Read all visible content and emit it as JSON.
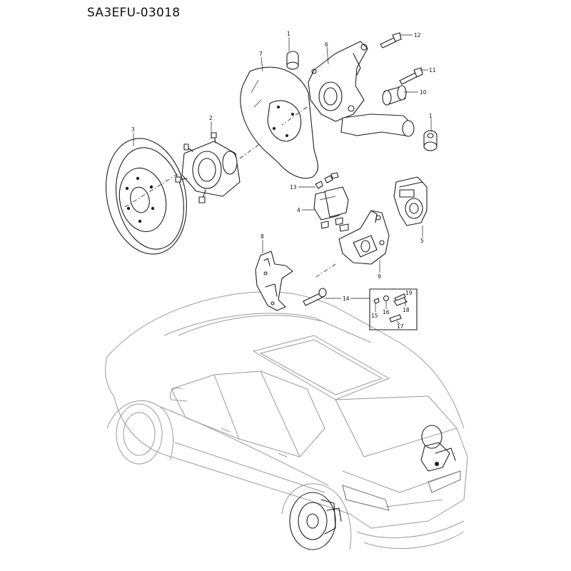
{
  "diagram": {
    "title": "SA3EFU-03018",
    "callouts": [
      {
        "id": "c1a",
        "label": "1"
      },
      {
        "id": "c1b",
        "label": "1"
      },
      {
        "id": "c2",
        "label": "2"
      },
      {
        "id": "c3",
        "label": "3"
      },
      {
        "id": "c4",
        "label": "4"
      },
      {
        "id": "c5",
        "label": "5"
      },
      {
        "id": "c6",
        "label": "6"
      },
      {
        "id": "c7",
        "label": "7"
      },
      {
        "id": "c8",
        "label": "8"
      },
      {
        "id": "c9",
        "label": "9"
      },
      {
        "id": "c10",
        "label": "10"
      },
      {
        "id": "c11",
        "label": "11"
      },
      {
        "id": "c12",
        "label": "12"
      },
      {
        "id": "c13",
        "label": "13"
      },
      {
        "id": "c14",
        "label": "14"
      },
      {
        "id": "c15",
        "label": "15"
      },
      {
        "id": "c16",
        "label": "16"
      },
      {
        "id": "c17",
        "label": "17"
      },
      {
        "id": "c18",
        "label": "18"
      },
      {
        "id": "c19",
        "label": "19"
      }
    ]
  }
}
